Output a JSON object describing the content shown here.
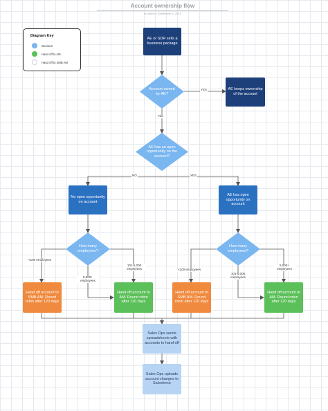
{
  "header": {
    "title": "Account ownership flow",
    "subtitle": "ari admin | September 5, 2023"
  },
  "key": {
    "title": "Diagram Key",
    "items": [
      {
        "label": "Decision",
        "color": "#7ab6f0"
      },
      {
        "label": "Hand off to AM",
        "color": "#5cc05a"
      },
      {
        "label": "Hand off to SMB AM",
        "color": "#ffffff"
      }
    ]
  },
  "nodes": {
    "start": "AE or SDR sells a business package",
    "owned_decision": "Account owned by AE?",
    "ae_keeps": "AE keeps ownership of the account",
    "open_opp_decision": "AE has an open opportunity on the account?",
    "no_open_opp": "No open opportunity on account",
    "ae_has_open_opp": "AE has open opportunity on account",
    "employees_left": "How many employees?",
    "employees_right": "How many employees?",
    "smb_left": "Hand off account to SMB AM. Round robin after 120 days",
    "am_left": "Hand off account to AM. Round robin after 120 days",
    "smb_right": "Hand off account to SMB AM. Round robin after 120 days",
    "am_right": "Hand off account to AM. Round robin after 120 days",
    "sales_ops_sends": "Sales Ops sends spreadsheets with accounts to hand-off",
    "sales_ops_uploads": "Sales Ops uploads account changes to Salesforce"
  },
  "edges": {
    "yes": "YES",
    "no1": "NO",
    "no2": "NO",
    "yes2": "YES",
    "left_small": "<100 employees",
    "left_mid": "101-5,000 employees",
    "left_large": "5,000+ employees",
    "right_small": "<100 employees",
    "right_mid": "101-5,000 employees",
    "right_large": "5,000+ employees"
  },
  "colors": {
    "navy": "#1d3f7a",
    "blue": "#2b71c2",
    "decision": "#7ab6f0",
    "orange": "#f08a3e",
    "green": "#5cc05a",
    "light_blue": "#b7d4f4"
  }
}
